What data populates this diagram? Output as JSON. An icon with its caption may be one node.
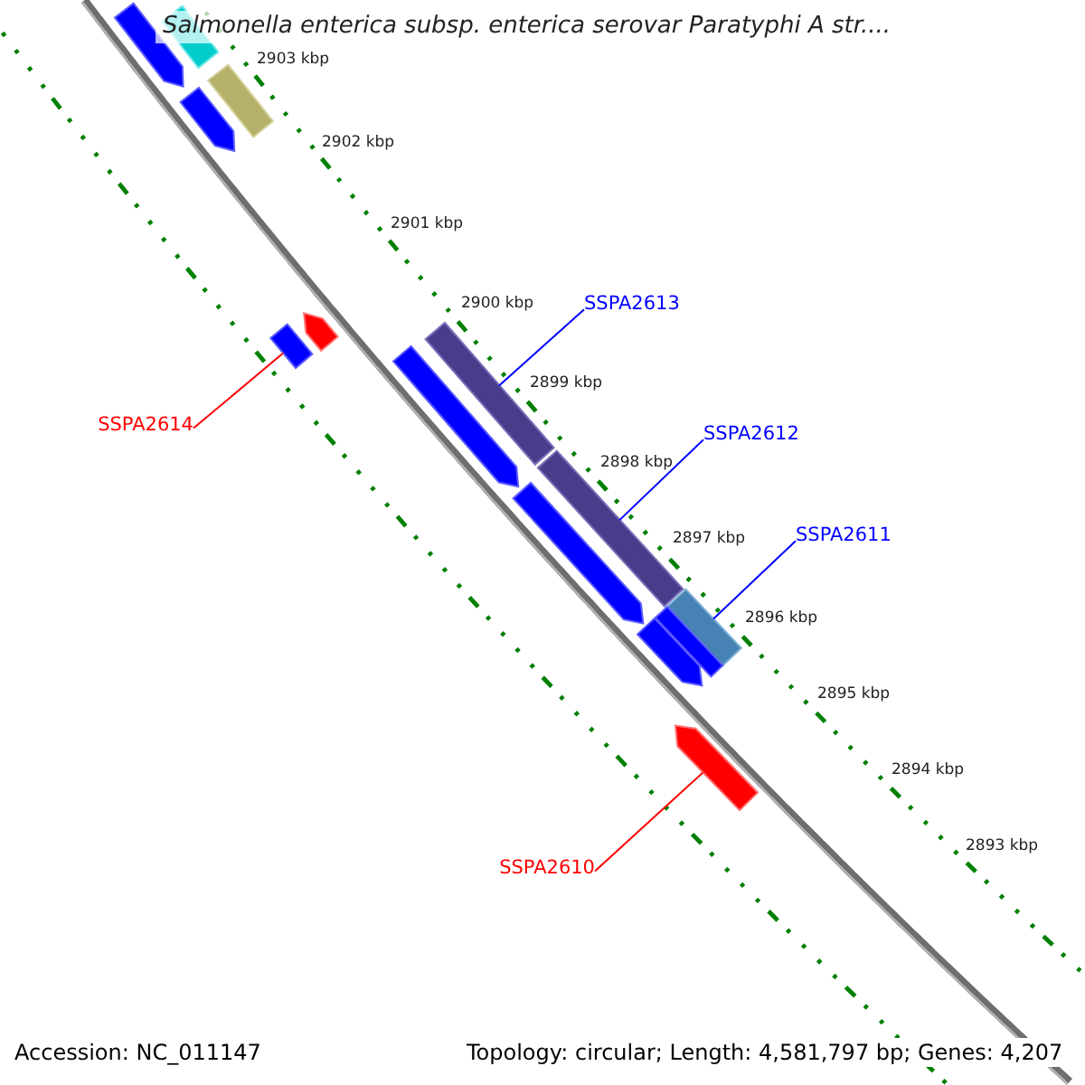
{
  "diagram": {
    "title": "Salmonella enterica subsp. enterica serovar Paratyphi A str....",
    "nodes": [
      {
        "text": [
          "SSPA2613"
        ]
      },
      {
        "text": [
          "SSPA2614"
        ]
      },
      {
        "text": [
          "SSPA2612"
        ]
      },
      {
        "text": [
          "SSPA2611"
        ]
      },
      {
        "text": [
          "SSPA2610"
        ]
      },
      {
        "text": [],
        "shape": "bar"
      },
      {
        "text": [],
        "shape": "bar"
      },
      {
        "text": [],
        "shape": "bar"
      },
      {
        "text": [],
        "shape": "bar"
      },
      {
        "text": [],
        "shape": "bar"
      },
      {
        "text": [],
        "shape": "bar"
      },
      {
        "text": [],
        "shape": "bar"
      },
      {
        "text": [],
        "shape": "bar"
      },
      {
        "text": [],
        "shape": "bar"
      },
      {
        "text": [],
        "shape": "bar"
      },
      {
        "text": [],
        "shape": "bar"
      },
      {
        "text": [],
        "shape": "bar"
      },
      {
        "text": [],
        "shape": "bar"
      },
      {
        "text": [],
        "shape": "bar"
      }
    ],
    "edges": [
      {
        "from": 0,
        "to": 6,
        "arrow": "none"
      },
      {
        "from": 1,
        "to": 5,
        "arrow": "none",
        "color": "#ff0000"
      },
      {
        "from": 2,
        "to": 7,
        "arrow": "none"
      },
      {
        "from": 3,
        "to": 8,
        "arrow": "none"
      },
      {
        "from": 4,
        "to": 9,
        "arrow": "none",
        "color": "#ff0000"
      }
    ],
    "labels": [
      "2903 kbp",
      "2902 kbp",
      "2901 kbp",
      "2900 kbp",
      "2899 kbp",
      "2898 kbp",
      "2897 kbp",
      "2896 kbp",
      "2895 kbp",
      "2894 kbp",
      "2893 kbp",
      "Accession: NC_011147",
      "Topology: circular; Length: 4,581,797 bp; Genes: 4,207"
    ]
  }
}
